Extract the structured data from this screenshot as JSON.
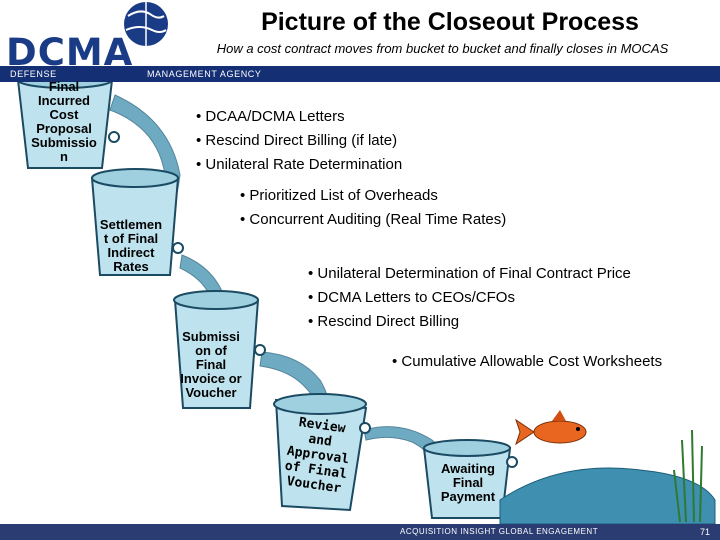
{
  "header": {
    "title": "Picture of the Closeout Process",
    "subtitle": "How a cost contract moves from bucket to bucket and finally closes in MOCAS",
    "logo_text": "DCMA",
    "banner_left": "DEFENSE",
    "banner_right": "MANAGEMENT AGENCY"
  },
  "buckets": [
    {
      "label": "Final Incurred Cost Proposal Submissio n",
      "lines": [
        "Final",
        "Incurred",
        "Cost",
        "Proposal",
        "Submissio",
        "n"
      ]
    },
    {
      "label": "Settlemen t of Final Indirect Rates",
      "lines": [
        "Settlemen",
        "t of Final",
        "Indirect",
        "Rates"
      ]
    },
    {
      "label": "Submissi on of Final Invoice or Voucher",
      "lines": [
        "Submissi",
        "on of",
        "Final",
        "Invoice or",
        "Voucher"
      ]
    },
    {
      "label": "Review and Approval of Final Voucher",
      "lines": [
        "Review",
        "and",
        "Approval",
        "of Final",
        "Voucher"
      ]
    },
    {
      "label": "Awaiting Final Payment",
      "lines": [
        "Awaiting",
        "Final",
        "Payment"
      ]
    }
  ],
  "bullet_groups": [
    {
      "items": [
        "DCAA/DCMA Letters",
        "Rescind Direct Billing (if late)",
        "Unilateral Rate Determination"
      ]
    },
    {
      "items": [
        "Prioritized List of Overheads",
        "Concurrent Auditing (Real Time Rates)"
      ]
    },
    {
      "items": [
        "Unilateral Determination of Final Contract Price",
        "DCMA Letters to CEOs/CFOs",
        "Rescind Direct Billing"
      ]
    },
    {
      "items": [
        "Cumulative Allowable Cost Worksheets"
      ]
    }
  ],
  "footer": {
    "text": "ACQUISITION INSIGHT  GLOBAL ENGAGEMENT",
    "page_number": "71"
  },
  "colors": {
    "brand_blue": "#1a3b86",
    "banner": "#152f75",
    "bucket_fill": "#bfe3ee",
    "water": "#3e8fb0",
    "fish": "#e8661f"
  }
}
